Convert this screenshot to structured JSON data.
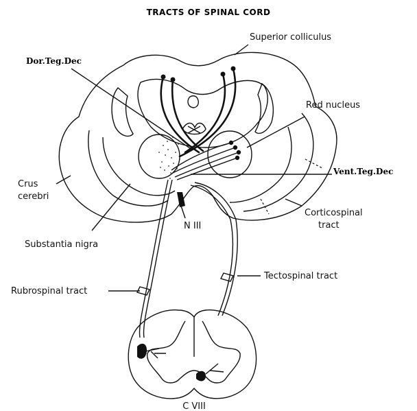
{
  "title": "TRACTS OF SPINAL CORD",
  "labels": {
    "superior_colliculus": "Superior colliculus",
    "dor_teg_dec": "Dor.Teg.Dec",
    "red_nucleus": "Red nucleus",
    "vent_teg_dec": "Vent.Teg.Dec",
    "crus_cerebri_1": "Crus",
    "crus_cerebri_2": "cerebri",
    "n_iii": "N III",
    "corticospinal_1": "Corticospinal",
    "corticospinal_2": "tract",
    "substantia_nigra": "Substantia nigra",
    "tectospinal": "Tectospinal tract",
    "rubrospinal": "Rubrospinal tract",
    "c_viii": "C VIII"
  }
}
